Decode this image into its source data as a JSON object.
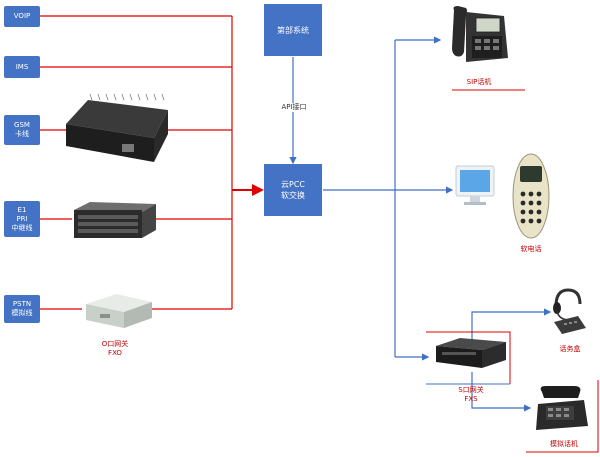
{
  "sources": [
    {
      "id": "voip",
      "lines": [
        "VOIP"
      ]
    },
    {
      "id": "ims",
      "lines": [
        "IMS"
      ]
    },
    {
      "id": "gsm",
      "lines": [
        "GSM",
        "卡线"
      ]
    },
    {
      "id": "e1",
      "lines": [
        "E1",
        "PRI",
        "中继线"
      ]
    },
    {
      "id": "pstn",
      "lines": [
        "PSTN",
        "模拟线"
      ]
    }
  ],
  "crm_box": {
    "label": "第部系统"
  },
  "api_label": "API接口",
  "switch_box": {
    "lines": [
      "云PCC",
      "软交换"
    ]
  },
  "fxo_gateway": {
    "lines": [
      "O口网关",
      "FXO"
    ]
  },
  "fxs_gateway": {
    "lines": [
      "S口网关",
      "FXS"
    ]
  },
  "sip_phone": {
    "label": "SIP话机"
  },
  "soft_phone": {
    "label": "软电话"
  },
  "headset_phone": {
    "label": "话务盒"
  },
  "analog_phone": {
    "label": "模拟话机"
  },
  "colors": {
    "box": "#4472c4",
    "red_line": "#e00000",
    "blue_line": "#3f6fc6",
    "label_red": "#c00000"
  }
}
